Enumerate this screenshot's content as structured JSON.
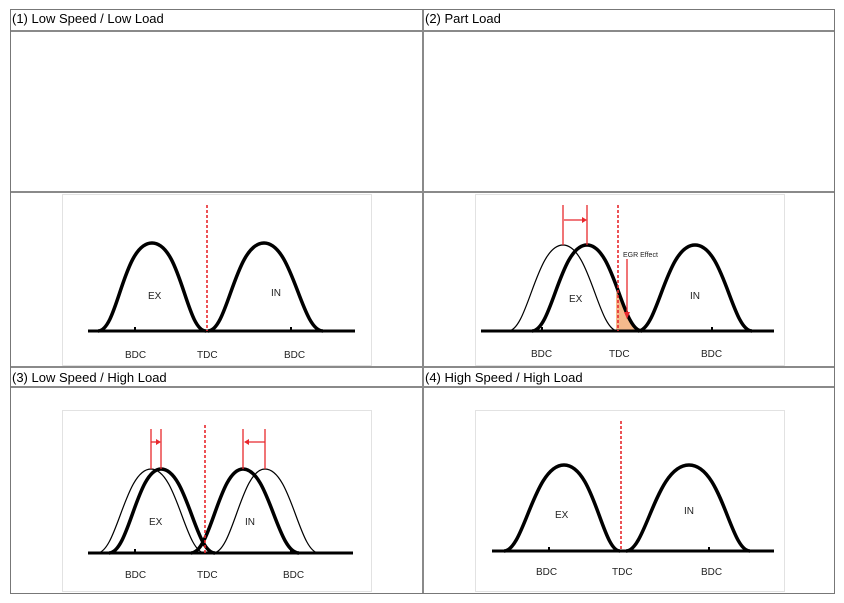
{
  "cells": [
    {
      "title": "(1) Low Speed / Low Load",
      "ex": "EX",
      "in": "IN",
      "bdc1": "BDC",
      "tdc": "TDC",
      "bdc2": "BDC"
    },
    {
      "title": "(2) Part Load",
      "ex": "EX",
      "in": "IN",
      "bdc1": "BDC",
      "tdc": "TDC",
      "bdc2": "BDC",
      "annotation": "EGR Effect"
    },
    {
      "title": "(3) Low Speed / High Load",
      "ex": "EX",
      "in": "IN",
      "bdc1": "BDC",
      "tdc": "TDC",
      "bdc2": "BDC"
    },
    {
      "title": "(4) High Speed / High Load",
      "ex": "EX",
      "in": "IN",
      "bdc1": "BDC",
      "tdc": "TDC",
      "bdc2": "BDC"
    }
  ],
  "colors": {
    "curve": "#000000",
    "tdc_line": "#e8282d",
    "shift_arrow": "#e8282d",
    "egr_fill": "#f4b98c",
    "grid": "#8a8a8a"
  }
}
